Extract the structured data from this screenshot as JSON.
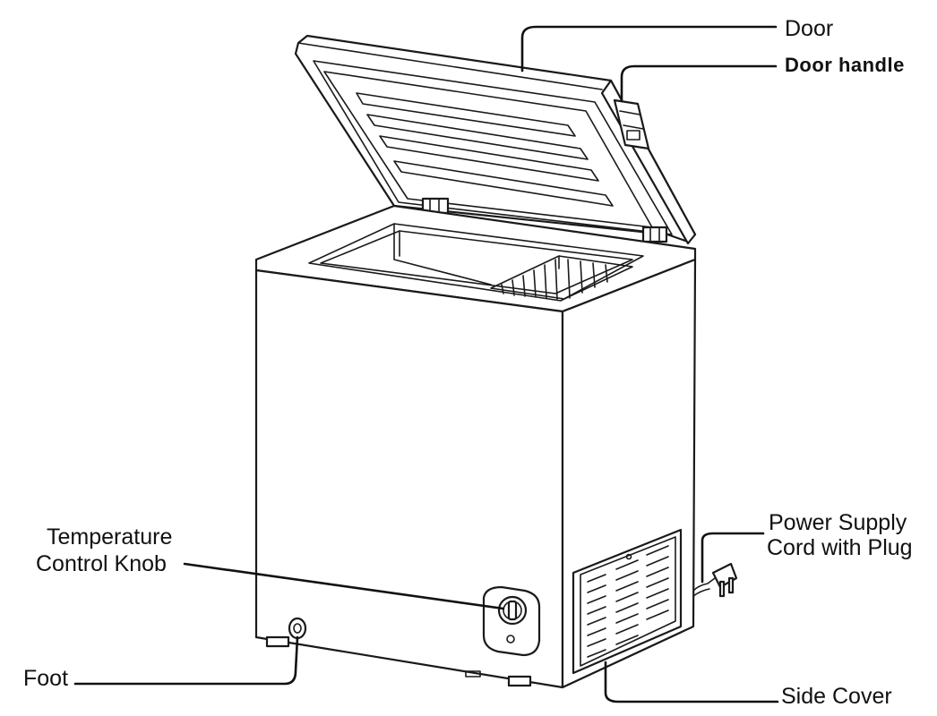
{
  "labels": {
    "door": "Door",
    "door_handle": "Door handle",
    "power_cord_line1": "Power Supply",
    "power_cord_line2": "Cord with Plug",
    "temp_knob_line1": "Temperature",
    "temp_knob_line2": "Control Knob",
    "foot": "Foot",
    "side_cover": "Side Cover"
  },
  "colors": {
    "line": "#1a1a1a",
    "background": "#ffffff"
  }
}
